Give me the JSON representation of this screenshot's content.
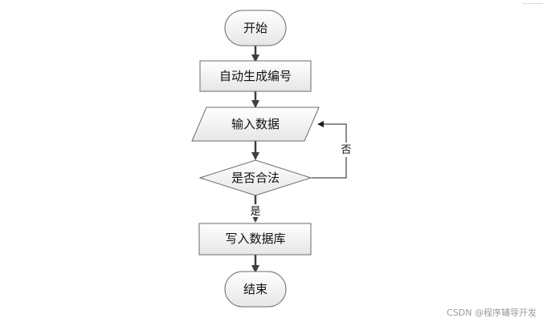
{
  "nodes": {
    "start": {
      "label": "开始",
      "shape": "terminator"
    },
    "generate_id": {
      "label": "自动生成编号",
      "shape": "process"
    },
    "input_data": {
      "label": "输入数据",
      "shape": "input-output"
    },
    "check_valid": {
      "label": "是否合法",
      "shape": "decision"
    },
    "write_data": {
      "label": "写入数据库",
      "shape": "process"
    },
    "end": {
      "label": "结束",
      "shape": "terminator"
    }
  },
  "edges": {
    "yes_label": "是",
    "no_label": "否"
  },
  "colors": {
    "stroke": "#6b6b6b",
    "node_fill_top": "#ffffff",
    "node_fill_bottom": "#e6e6e6",
    "arrow": "#3f3f3f"
  },
  "watermark": "CSDN @程序辅导开发"
}
